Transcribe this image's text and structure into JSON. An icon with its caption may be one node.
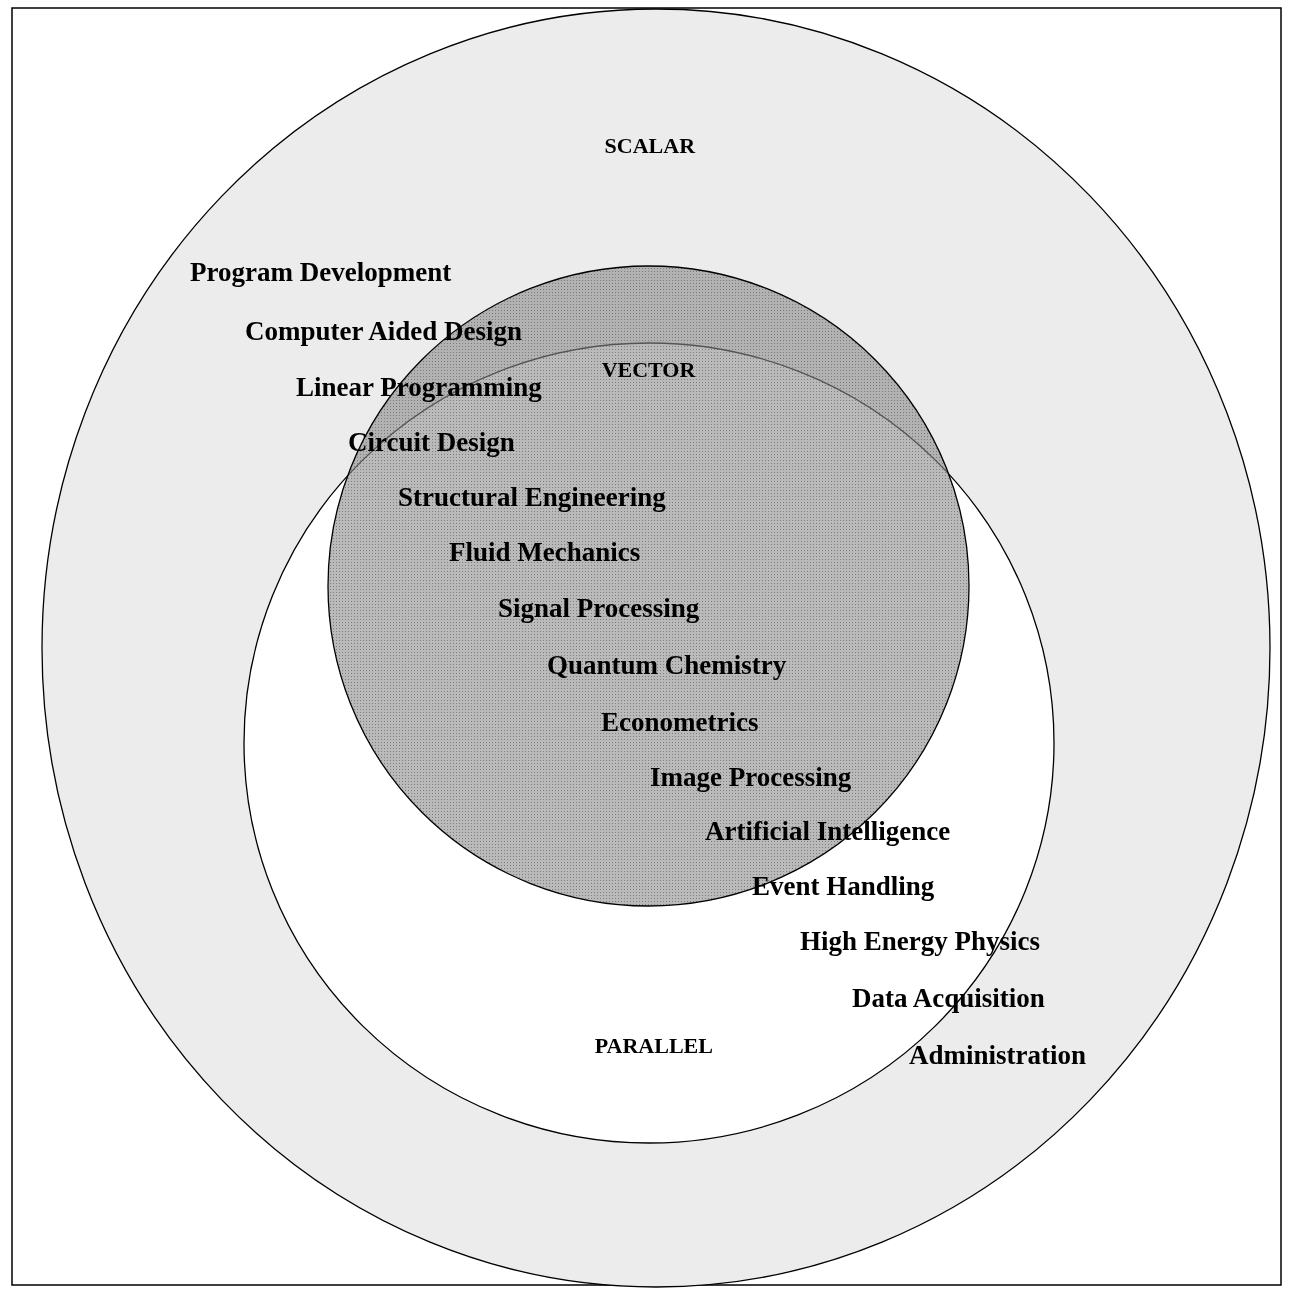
{
  "diagram": {
    "nodes": [
      {
        "text": [
          "SCALAR"
        ]
      },
      {
        "text": [
          "VECTOR"
        ],
        "in": 0
      },
      {
        "text": [
          "PARALLEL"
        ],
        "in": 0
      }
    ],
    "labels": [
      "Program Development",
      "Computer Aided Design",
      "Linear Programming",
      "Circuit Design",
      "Structural Engineering",
      "Fluid Mechanics",
      "Signal Processing",
      "Quantum Chemistry",
      "Econometrics",
      "Image Processing",
      "Artificial Intelligence",
      "Event Handling",
      "High Energy Physics",
      "Data Acquisition",
      "Administration"
    ]
  }
}
